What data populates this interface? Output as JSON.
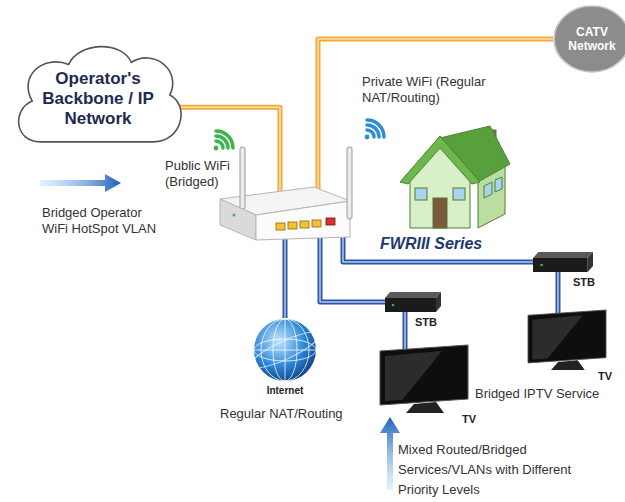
{
  "diagram": {
    "nodes": [
      {
        "text": [
          "Operator's Backbone / IP Network"
        ]
      },
      {
        "text": [
          "CATV Network"
        ]
      },
      {
        "text": [
          "FWRIII Series"
        ]
      },
      {
        "text": [
          "Internet"
        ]
      },
      {
        "text": [
          "STB"
        ]
      },
      {
        "text": [
          "TV"
        ]
      },
      {
        "text": [
          "STB"
        ]
      },
      {
        "text": [
          "TV"
        ]
      }
    ],
    "edges": [
      {
        "from": 2,
        "to": 0,
        "arrow": "none"
      },
      {
        "from": 2,
        "to": 1,
        "arrow": "none"
      },
      {
        "from": 2,
        "to": 3,
        "arrow": "none"
      },
      {
        "from": 2,
        "to": 4,
        "arrow": "none"
      },
      {
        "from": 2,
        "to": 6,
        "arrow": "none"
      },
      {
        "from": 4,
        "to": 5,
        "arrow": "none"
      },
      {
        "from": 6,
        "to": 7,
        "arrow": "none"
      }
    ],
    "labels": [
      "Public WiFi (Bridged)",
      "Private WiFi (Regular NAT/Routing)",
      "Bridged Operator WiFi HotSpot VLAN",
      "Regular NAT/Routing",
      "Bridged IPTV Service",
      "Mixed Routed/Bridged Services/VLANs with Different Priority Levels"
    ]
  }
}
